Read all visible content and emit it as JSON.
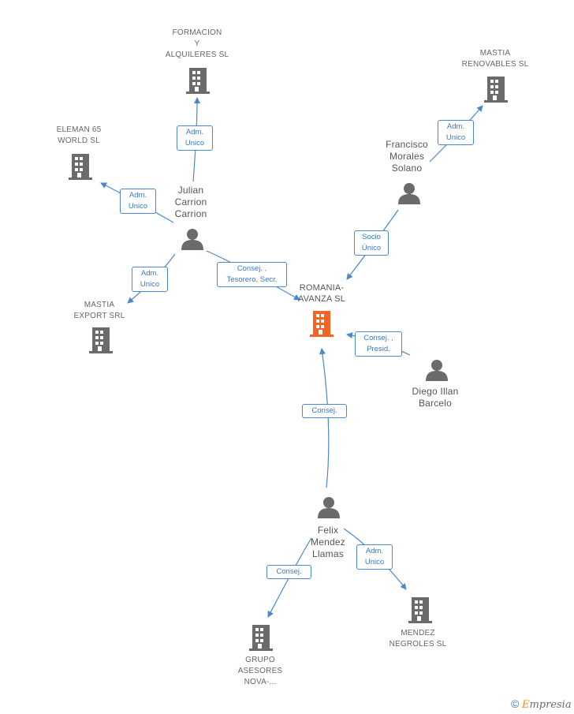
{
  "nodes": {
    "formacion": {
      "label": "FORMACION\nY\nALQUILERES SL",
      "kind": "company"
    },
    "eleman": {
      "label": "ELEMAN 65\nWORLD SL",
      "kind": "company"
    },
    "mastia_renovables": {
      "label": "MASTIA\nRENOVABLES SL",
      "kind": "company"
    },
    "mastia_export": {
      "label": "MASTIA\nEXPORT SRL",
      "kind": "company"
    },
    "romania": {
      "label": "ROMANIA-\nAVANZA SL",
      "kind": "target"
    },
    "mendez_negroles": {
      "label": "MENDEZ\nNEGROLES SL",
      "kind": "company"
    },
    "grupo": {
      "label": "GRUPO\nASESORES\nNOVA-...",
      "kind": "company"
    },
    "julian": {
      "label": "Julian\nCarrion\nCarrion",
      "kind": "person"
    },
    "francisco": {
      "label": "Francisco\nMorales\nSolano",
      "kind": "person"
    },
    "diego": {
      "label": "Diego Illan\nBarcelo",
      "kind": "person"
    },
    "felix": {
      "label": "Felix\nMendez\nLlamas",
      "kind": "person"
    }
  },
  "edges": {
    "julian_formacion": "Adm.\nUnico",
    "julian_eleman": "Adm.\nUnico",
    "julian_mastia_export": "Adm.\nUnico",
    "julian_romania": "Consej. ,\nTesorero, Secr.",
    "francisco_mastia_renovables": "Adm.\nUnico",
    "francisco_romania": "Socio\nÚnico",
    "diego_romania": "Consej. ,\nPresid.",
    "felix_romania": "Consej.",
    "felix_grupo": "Consej.",
    "felix_mendez_negroles": "Adm.\nUnico"
  },
  "colors": {
    "edge": "#4a88cc",
    "company_icon": "#6b6b6b",
    "target_icon": "#f26522",
    "person_icon": "#6b6b6b"
  },
  "footer": {
    "copyright": "©",
    "brand_first": "E",
    "brand_rest": "mpresia"
  }
}
